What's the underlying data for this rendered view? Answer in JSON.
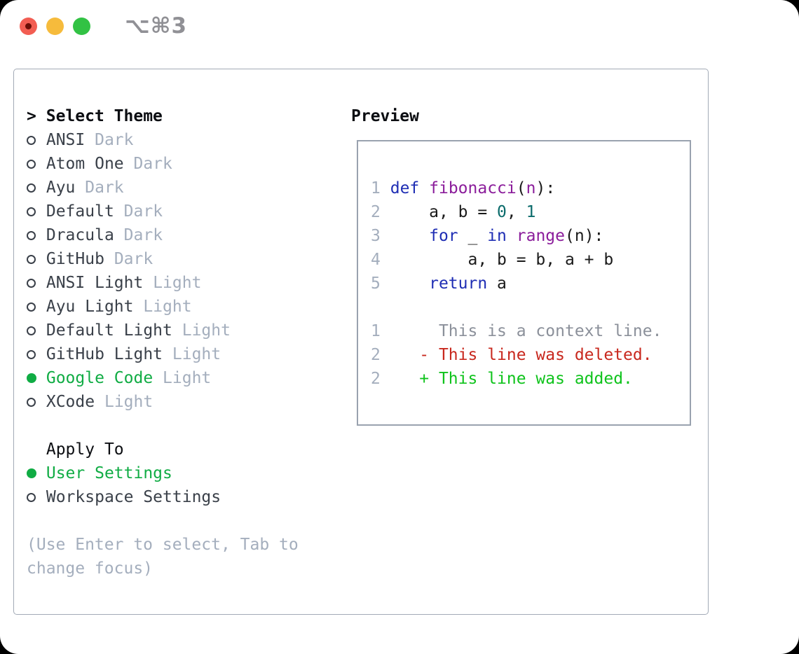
{
  "titlebar": {
    "shortcut_label": "⌥⌘3",
    "lights": [
      {
        "name": "close",
        "color": "#f25d52"
      },
      {
        "name": "minimize",
        "color": "#f6bb3c"
      },
      {
        "name": "zoom",
        "color": "#32c244"
      }
    ]
  },
  "theme_picker": {
    "title_prefix": ">",
    "title": "Select Theme",
    "themes": [
      {
        "name": "ANSI",
        "variant": "Dark",
        "selected": false
      },
      {
        "name": "Atom One",
        "variant": "Dark",
        "selected": false
      },
      {
        "name": "Ayu",
        "variant": "Dark",
        "selected": false
      },
      {
        "name": "Default",
        "variant": "Dark",
        "selected": false
      },
      {
        "name": "Dracula",
        "variant": "Dark",
        "selected": false
      },
      {
        "name": "GitHub",
        "variant": "Dark",
        "selected": false
      },
      {
        "name": "ANSI Light",
        "variant": "Light",
        "selected": false
      },
      {
        "name": "Ayu Light",
        "variant": "Light",
        "selected": false
      },
      {
        "name": "Default Light",
        "variant": "Light",
        "selected": false
      },
      {
        "name": "GitHub Light",
        "variant": "Light",
        "selected": false
      },
      {
        "name": "Google Code",
        "variant": "Light",
        "selected": true
      },
      {
        "name": "XCode",
        "variant": "Light",
        "selected": false
      }
    ],
    "apply_to": {
      "label": "Apply To",
      "options": [
        {
          "label": "User Settings",
          "selected": true
        },
        {
          "label": "Workspace Settings",
          "selected": false
        }
      ]
    },
    "hint_lines": [
      "(Use Enter to select, Tab to",
      "change focus)"
    ]
  },
  "preview": {
    "title": "Preview",
    "code_lines": [
      {
        "num": "1",
        "tokens": [
          {
            "t": "def",
            "c": "kw"
          },
          {
            "t": " ",
            "c": "pl"
          },
          {
            "t": "fibonacci",
            "c": "fn"
          },
          {
            "t": "(",
            "c": "pl"
          },
          {
            "t": "n",
            "c": "fn"
          },
          {
            "t": "):",
            "c": "pl"
          }
        ]
      },
      {
        "num": "2",
        "tokens": [
          {
            "t": "    a, b = ",
            "c": "pl"
          },
          {
            "t": "0",
            "c": "num"
          },
          {
            "t": ", ",
            "c": "pl"
          },
          {
            "t": "1",
            "c": "num"
          }
        ]
      },
      {
        "num": "3",
        "tokens": [
          {
            "t": "    ",
            "c": "pl"
          },
          {
            "t": "for",
            "c": "kw"
          },
          {
            "t": " _ ",
            "c": "pl"
          },
          {
            "t": "in",
            "c": "kw"
          },
          {
            "t": " ",
            "c": "pl"
          },
          {
            "t": "range",
            "c": "fn"
          },
          {
            "t": "(n):",
            "c": "pl"
          }
        ]
      },
      {
        "num": "4",
        "tokens": [
          {
            "t": "        a, b = b, a + b",
            "c": "pl"
          }
        ]
      },
      {
        "num": "5",
        "tokens": [
          {
            "t": "    ",
            "c": "pl"
          },
          {
            "t": "return",
            "c": "kw"
          },
          {
            "t": " a",
            "c": "pl"
          }
        ]
      }
    ],
    "diff_lines": [
      {
        "num": "1",
        "tokens": [
          {
            "t": "     This is a context line.",
            "c": "ctx"
          }
        ]
      },
      {
        "num": "2",
        "tokens": [
          {
            "t": "   - This line was deleted.",
            "c": "del"
          }
        ]
      },
      {
        "num": "2",
        "tokens": [
          {
            "t": "   + This line was added.",
            "c": "add"
          }
        ]
      }
    ]
  },
  "colors": {
    "selection_green": "#10ac44",
    "keyword_blue": "#1f2eb4",
    "function_purple": "#8b1d9b",
    "number_teal": "#0b6b6b",
    "diff_red": "#c8281e",
    "diff_green": "#0fc31c",
    "muted_gray": "#a4aebd",
    "dark_text": "#3a4049",
    "panel_border": "#a2aab6"
  }
}
